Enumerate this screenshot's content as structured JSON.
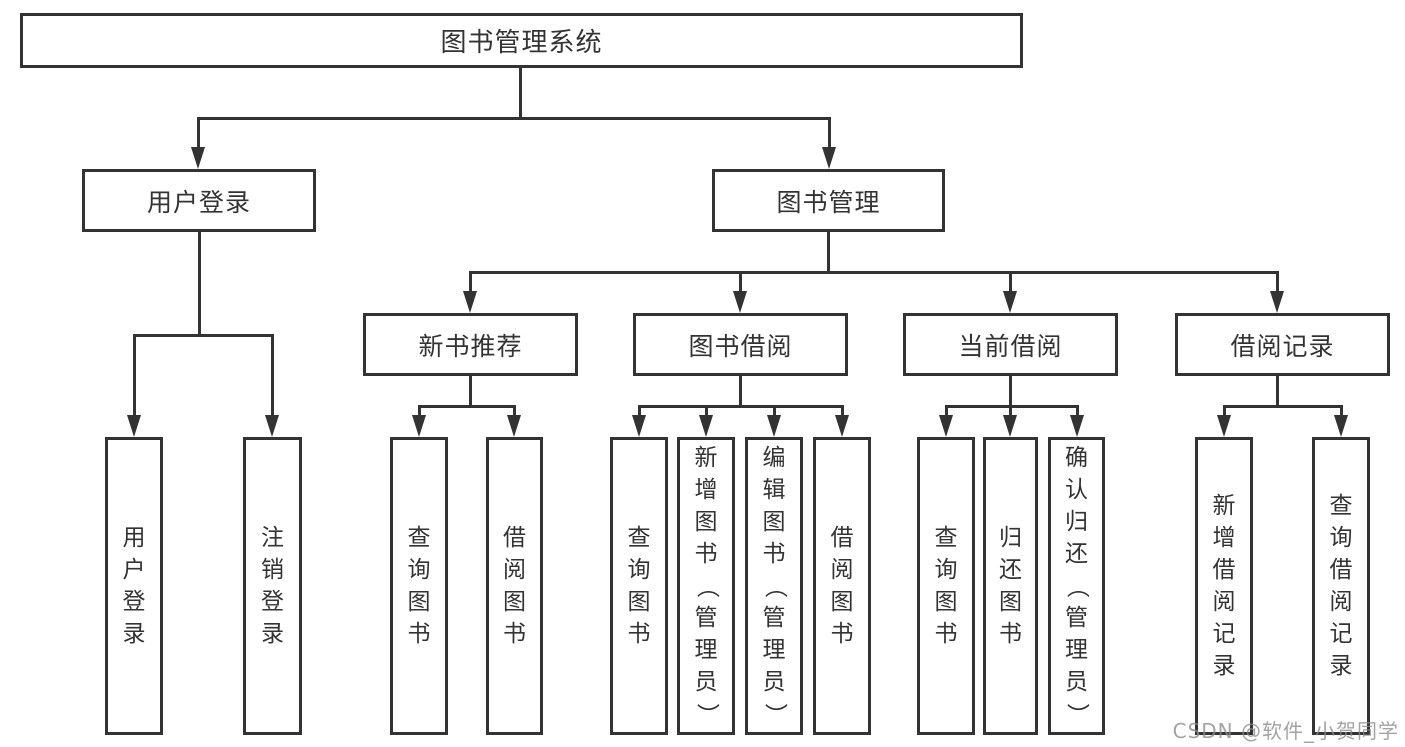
{
  "diagram": {
    "root": "图书管理系统",
    "branches": {
      "user_login": {
        "label": "用户登录",
        "children": [
          "用户登录",
          "注销登录"
        ]
      },
      "book_mgmt": {
        "label": "图书管理",
        "modules": {
          "new_book": {
            "label": "新书推荐",
            "children": [
              "查询图书",
              "借阅图书"
            ]
          },
          "borrowing": {
            "label": "图书借阅",
            "children": [
              "查询图书",
              "新增图书（管理员）",
              "编辑图书（管理员）",
              "借阅图书"
            ]
          },
          "current": {
            "label": "当前借阅",
            "children": [
              "查询图书",
              "归还图书",
              "确认归还（管理员）"
            ]
          },
          "records": {
            "label": "借阅记录",
            "children": [
              "新增借阅记录",
              "查询借阅记录"
            ]
          }
        }
      }
    }
  },
  "watermark": "CSDN @软件_小贺同学",
  "colors": {
    "line": "#333333",
    "text": "#333333",
    "watermark": "#8c8c8c",
    "background": "#ffffff"
  }
}
